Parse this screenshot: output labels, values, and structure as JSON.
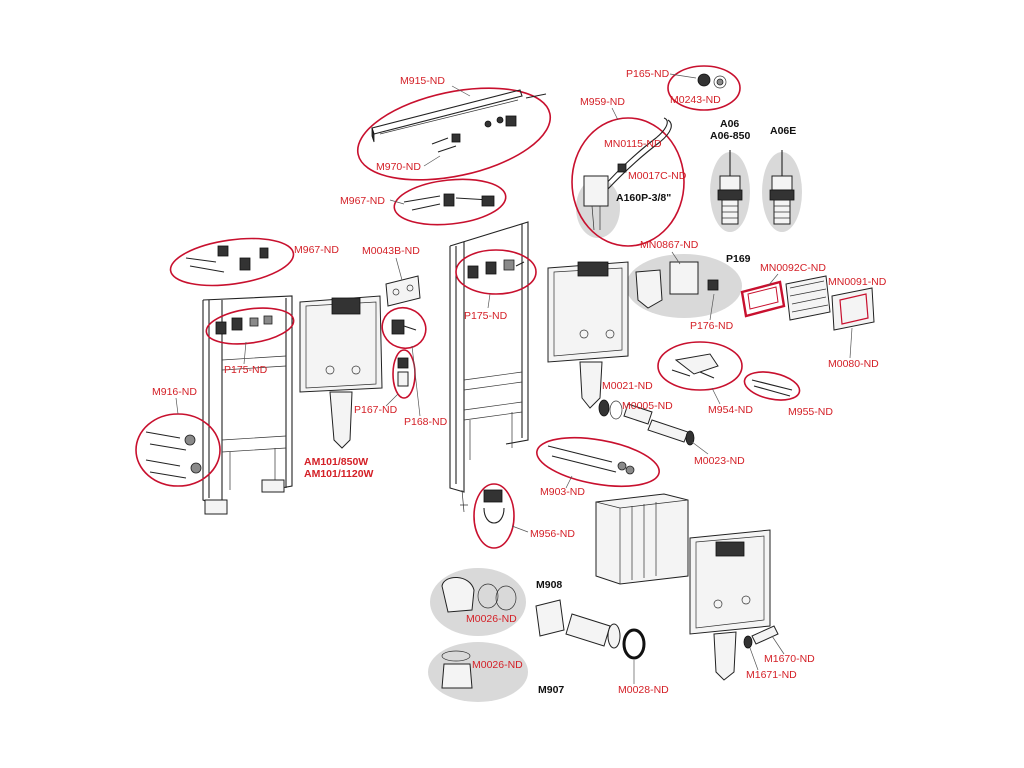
{
  "labels": {
    "m915": "M915-ND",
    "m970": "M970-ND",
    "m967_top": "M967-ND",
    "m967_left": "M967-ND",
    "m0043b": "M0043B-ND",
    "p175_left": "P175-ND",
    "p175_mid": "P175-ND",
    "m916": "M916-ND",
    "p167": "P167-ND",
    "p168": "P168-ND",
    "am101_850": "AM101/850W",
    "am101_1120": "AM101/1120W",
    "p165": "P165-ND",
    "m0243": "M0243-ND",
    "m959": "M959-ND",
    "mn0115": "MN0115-ND",
    "m0017c": "M0017C-ND",
    "a160p": "A160P-3/8\"",
    "a06": "A06",
    "a06_850": "A06-850",
    "a06e": "A06E",
    "mn0867": "MN0867-ND",
    "p169": "P169",
    "mn0092c": "MN0092C-ND",
    "mn0091": "MN0091-ND",
    "p176": "P176-ND",
    "m0080": "M0080-ND",
    "m0021": "M0021-ND",
    "m0005": "M0005-ND",
    "m954": "M954-ND",
    "m955": "M955-ND",
    "m0023": "M0023-ND",
    "m903": "M903-ND",
    "m956": "M956-ND",
    "m908": "M908",
    "m0026_a": "M0026-ND",
    "m0026_b": "M0026-ND",
    "m907": "M907",
    "m0028": "M0028-ND",
    "m1670": "M1670-ND",
    "m1671": "M1671-ND"
  },
  "colors": {
    "highlight_ring": "#c8102e",
    "label_red": "#d42027",
    "grey_group": "#d9d9d9"
  }
}
